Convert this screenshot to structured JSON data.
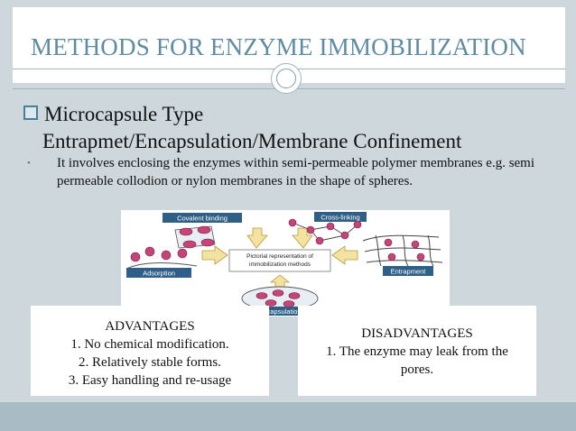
{
  "title": "METHODS FOR ENZYME IMMOBILIZATION",
  "heading": {
    "line1": "Microcapsule Type",
    "line2": "Entrapmet/Encapsulation/Membrane Confinement"
  },
  "bullet": {
    "marker": "•",
    "text": "It involves enclosing the enzymes within semi-permeable polymer membranes e.g. semi permeable collodion or nylon membranes in the shape of spheres."
  },
  "figure": {
    "labels": {
      "covalent": "Covalent binding",
      "crosslinking": "Cross-linking",
      "adsorption": "Adsorption",
      "entrapment": "Entrapment",
      "encapsulation": "Encapsulation",
      "center_line1": "Pictorial representation of",
      "center_line2": "immobilization methods"
    }
  },
  "advantages": {
    "heading": "ADVANTAGES",
    "items": [
      "1.   No chemical modification.",
      "2.   Relatively stable forms.",
      "3. Easy handling and re-usage"
    ]
  },
  "disadvantages": {
    "heading": "DISADVANTAGES",
    "item_line1": "1.   The enzyme may leak from the",
    "item_line2": "pores."
  },
  "colors": {
    "background": "#cdd7dc",
    "title": "#5f8ca2",
    "enzyme": "#c8437a",
    "arrow": "#f4e3a0",
    "label_box": "#2f5f86"
  }
}
